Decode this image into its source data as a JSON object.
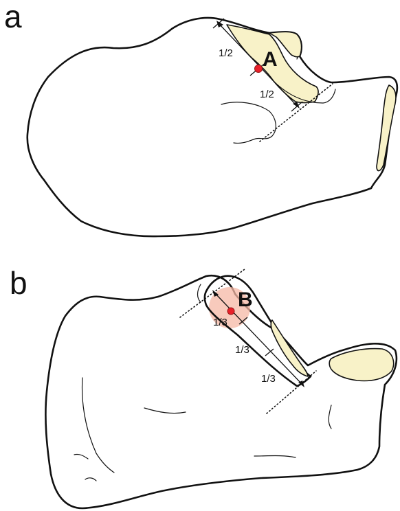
{
  "panels": [
    {
      "letter": "a",
      "point_label": "A",
      "segment_labels": [
        "1/2",
        "1/2"
      ]
    },
    {
      "letter": "b",
      "point_label": "B",
      "segment_labels": [
        "1/3",
        "1/3",
        "1/3"
      ]
    }
  ],
  "colors": {
    "point": "#e8202a",
    "point_halo": "#f6b8a6",
    "cartilage": "#f8f2c8",
    "outline": "#111111"
  }
}
